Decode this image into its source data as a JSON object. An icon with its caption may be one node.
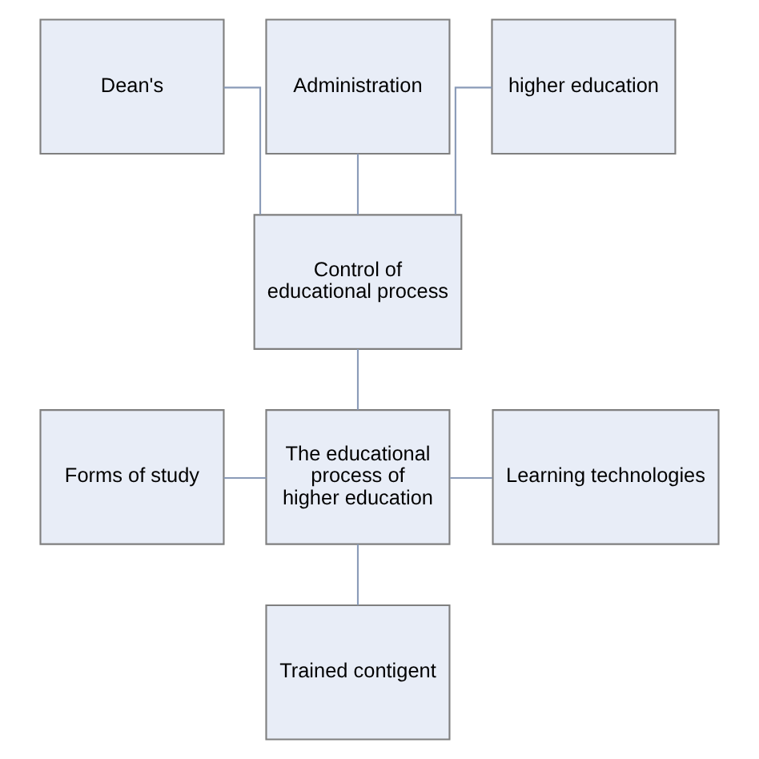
{
  "diagram": {
    "nodes": [
      {
        "text": [
          "Dean's"
        ]
      },
      {
        "text": [
          "Administration"
        ]
      },
      {
        "text": [
          "higher education"
        ]
      },
      {
        "text": [
          "Control of educational process"
        ]
      },
      {
        "text": [
          "Forms of study"
        ]
      },
      {
        "text": [
          "The educational process of higher education"
        ]
      },
      {
        "text": [
          "Learning technologies"
        ]
      },
      {
        "text": [
          "Trained contigent"
        ]
      }
    ],
    "edges": [
      {
        "from": 0,
        "to": 3,
        "arrow": "none"
      },
      {
        "from": 1,
        "to": 3,
        "arrow": "none"
      },
      {
        "from": 2,
        "to": 3,
        "arrow": "none"
      },
      {
        "from": 3,
        "to": 5,
        "arrow": "none"
      },
      {
        "from": 4,
        "to": 5,
        "arrow": "none"
      },
      {
        "from": 5,
        "to": 6,
        "arrow": "none"
      },
      {
        "from": 5,
        "to": 7,
        "arrow": "none"
      }
    ]
  }
}
